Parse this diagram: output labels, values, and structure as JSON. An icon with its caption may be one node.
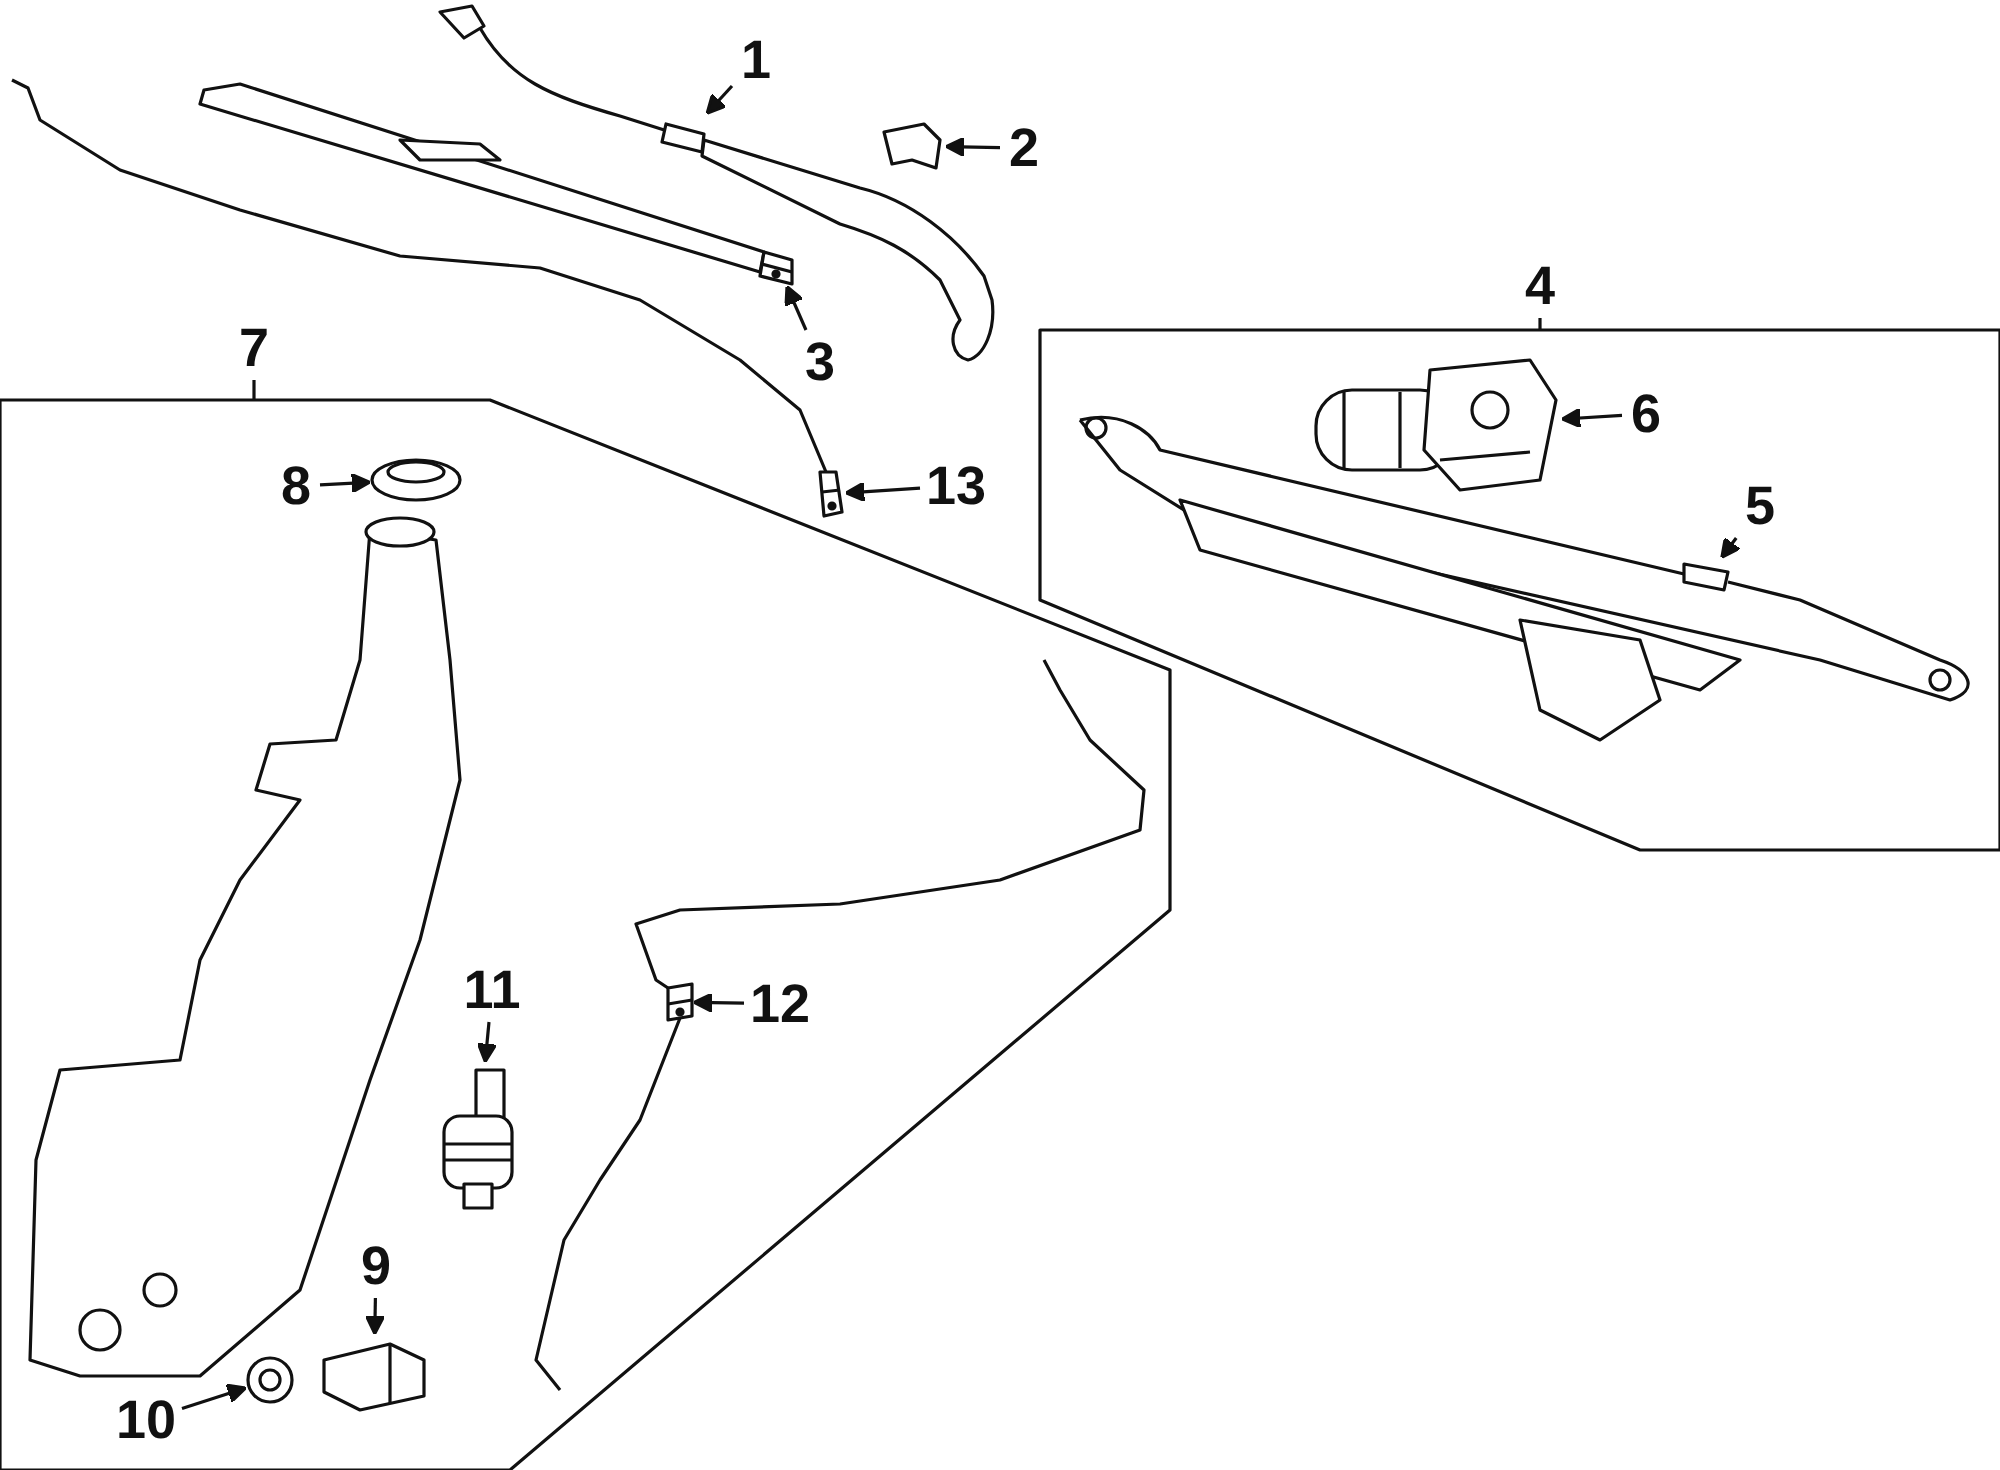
{
  "diagram": {
    "nodes": [
      {
        "text": [
          "1"
        ]
      },
      {
        "text": [],
        "shape": "picture"
      },
      {
        "text": [
          "2"
        ]
      },
      {
        "text": [],
        "shape": "picture"
      },
      {
        "text": [
          "3"
        ]
      },
      {
        "text": [],
        "shape": "picture"
      },
      {
        "text": [
          "13"
        ]
      },
      {
        "text": [],
        "shape": "picture"
      },
      {
        "text": [
          "4"
        ]
      },
      {
        "text": [],
        "shape": "box"
      },
      {
        "text": [
          "6"
        ],
        "in": 9
      },
      {
        "text": [],
        "shape": "picture",
        "in": 9
      },
      {
        "text": [
          "5"
        ],
        "in": 9
      },
      {
        "text": [],
        "shape": "picture",
        "in": 9
      },
      {
        "text": [
          "7"
        ]
      },
      {
        "text": [],
        "shape": "box"
      },
      {
        "text": [
          "8"
        ],
        "in": 15
      },
      {
        "text": [],
        "shape": "picture",
        "in": 15
      },
      {
        "text": [
          "11"
        ],
        "in": 15
      },
      {
        "text": [],
        "shape": "picture",
        "in": 15
      },
      {
        "text": [
          "12"
        ],
        "in": 15
      },
      {
        "text": [],
        "shape": "picture",
        "in": 15
      },
      {
        "text": [
          "9"
        ],
        "in": 15
      },
      {
        "text": [],
        "shape": "picture",
        "in": 15
      },
      {
        "text": [
          "10"
        ],
        "in": 15
      },
      {
        "text": [],
        "shape": "picture",
        "in": 15
      }
    ],
    "edges": [
      {
        "from": 0,
        "to": 1,
        "arrow": "to"
      },
      {
        "from": 2,
        "to": 3,
        "arrow": "to"
      },
      {
        "from": 4,
        "to": 5,
        "arrow": "to"
      },
      {
        "from": 6,
        "to": 7,
        "arrow": "to"
      },
      {
        "from": 8,
        "to": 9,
        "arrow": "none"
      },
      {
        "from": 10,
        "to": 11,
        "arrow": "to"
      },
      {
        "from": 12,
        "to": 13,
        "arrow": "to"
      },
      {
        "from": 14,
        "to": 15,
        "arrow": "none"
      },
      {
        "from": 16,
        "to": 17,
        "arrow": "to"
      },
      {
        "from": 18,
        "to": 19,
        "arrow": "to"
      },
      {
        "from": 20,
        "to": 21,
        "arrow": "to"
      },
      {
        "from": 22,
        "to": 23,
        "arrow": "to"
      },
      {
        "from": 24,
        "to": 25,
        "arrow": "to"
      }
    ]
  }
}
